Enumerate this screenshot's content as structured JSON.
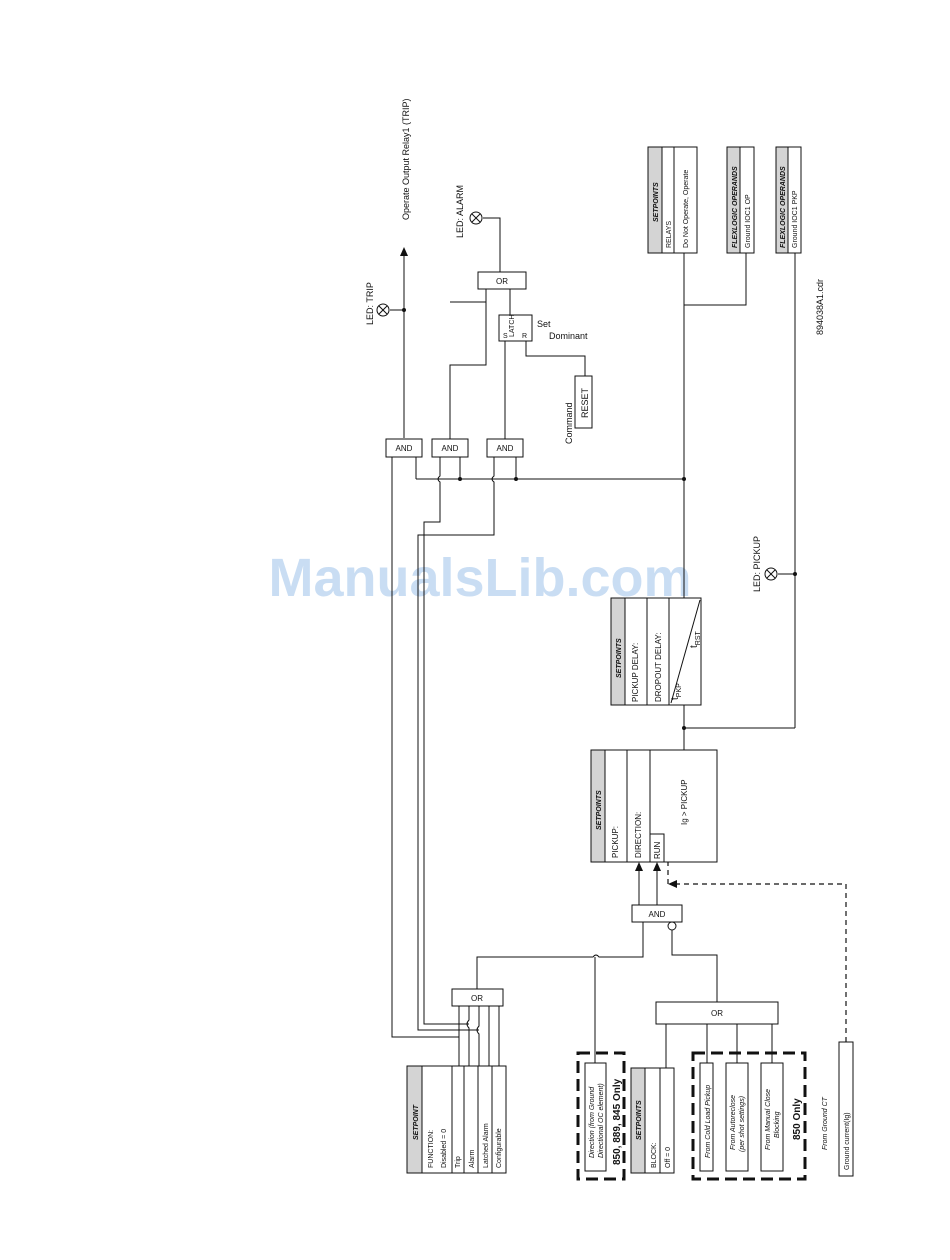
{
  "watermark": "ManualsLib.com",
  "figure_id": "894038A1.cdr",
  "outputs": {
    "relay1": "Operate Output Relay1 (TRIP)",
    "led_trip": "LED: TRIP",
    "led_alarm": "LED: ALARM",
    "led_pickup": "LED: PICKUP"
  },
  "gates": {
    "and": "AND",
    "or": "OR"
  },
  "latch": {
    "s": "S",
    "r": "R",
    "tag": "LATCH",
    "set": "Set",
    "dominant": "Dominant"
  },
  "command": {
    "label": "Command",
    "value": "RESET"
  },
  "setpoints_relays": {
    "header": "SETPOINTS",
    "rows": [
      "RELAYS",
      "Do Not Operate, Operate"
    ]
  },
  "flexlogic_op": {
    "header": "FLEXLOGIC OPERANDS",
    "value": "Ground IOC1 OP"
  },
  "flexlogic_pkp": {
    "header": "FLEXLOGIC OPERANDS",
    "value": "Ground IOC1 PKP"
  },
  "timer": {
    "header": "SETPOINTS",
    "rows": [
      "PICKUP DELAY:",
      "DROPOUT DELAY:"
    ],
    "tpkp": "t",
    "tpkp_sub": "PKP",
    "trst": "t",
    "trst_sub": "RST"
  },
  "pickup_block": {
    "header": "SETPOINTS",
    "rows": [
      "PICKUP:",
      "DIRECTION:"
    ],
    "run": "RUN",
    "compare": "Ig > PICKUP"
  },
  "function_block": {
    "header": "SETPOINT",
    "rows": [
      "FUNCTION:",
      "Disabled = 0",
      "Trip",
      "Alarm",
      "Latched Alarm",
      "Configurable"
    ]
  },
  "direction_group": {
    "text1": "Direction (from Ground",
    "text2": "Directional OC element)",
    "only": "850, 889, 845 Only"
  },
  "block_setpoint": {
    "header": "SETPOINTS",
    "rows": [
      "BLOCK:",
      "Off = 0"
    ]
  },
  "inputs_850": {
    "cold_load": "From Cold Load Pickup",
    "autoreclose1": "From Autoreclose",
    "autoreclose2": "(per shot settings)",
    "manual1": "From Manual Close",
    "manual2": "Blocking",
    "only": "850 Only"
  },
  "ground_ct": {
    "from": "From Ground CT",
    "value": "Ground current(Ig)"
  }
}
